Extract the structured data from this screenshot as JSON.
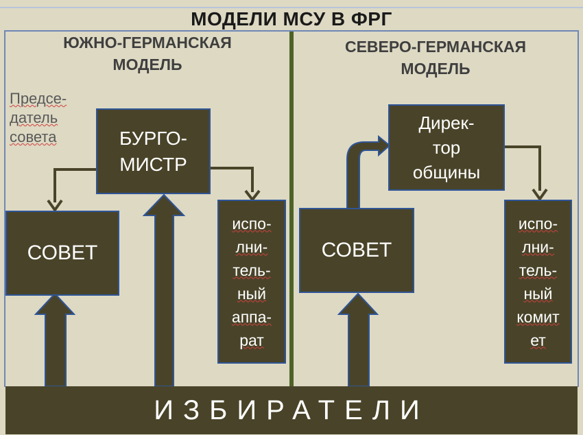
{
  "title": "МОДЕЛИ МСУ В ФРГ",
  "south": {
    "heading": "ЮЖНО-ГЕРМАНСКАЯ\nМОДЕЛЬ",
    "note": "Предсе-\nдатель\nсовета",
    "burgomaster": "БУРГО-\nМИСТР",
    "council": "СОВЕТ",
    "apparatus": "испо-\nлни-\nтель-\nный\nаппа-\nрат"
  },
  "north": {
    "heading": "СЕВЕРО-ГЕРМАНСКАЯ\nМОДЕЛЬ",
    "director": "Дирек-\nтор\nобщины",
    "council": "СОВЕТ",
    "committee": "испо-\nлни-\nтель-\nный\nкомит\nет"
  },
  "voters": "ИЗБИРАТЕЛИ",
  "colors": {
    "background": "#ddd9c3",
    "box_fill": "#494429",
    "box_border": "#2f5597",
    "divider": "#4f6228",
    "text_light": "#ffffff"
  }
}
